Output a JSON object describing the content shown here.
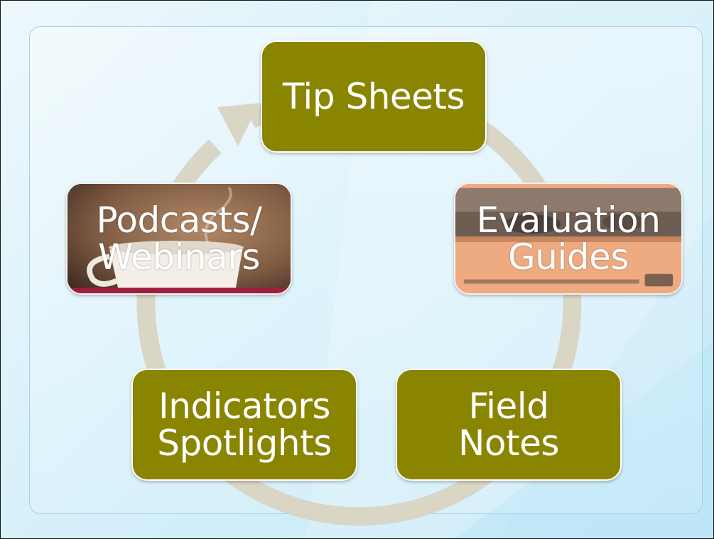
{
  "diagram": {
    "nodes": [
      {
        "id": "tip-sheets",
        "lines": [
          "Tip Sheets"
        ]
      },
      {
        "id": "evaluation-guides",
        "lines": [
          "Evaluation",
          "Guides"
        ]
      },
      {
        "id": "field-notes",
        "lines": [
          "Field",
          "Notes"
        ]
      },
      {
        "id": "indicators-spotlights",
        "lines": [
          "Indicators",
          "Spotlights"
        ]
      },
      {
        "id": "podcasts-webinars",
        "lines": [
          "Podcasts/",
          "Webinars"
        ]
      }
    ],
    "cycle": "clockwise"
  },
  "colors": {
    "box_fill": "#8a8500",
    "cycle_arrow": "#d9d6c6",
    "panel_border": "#a8cfe3"
  }
}
